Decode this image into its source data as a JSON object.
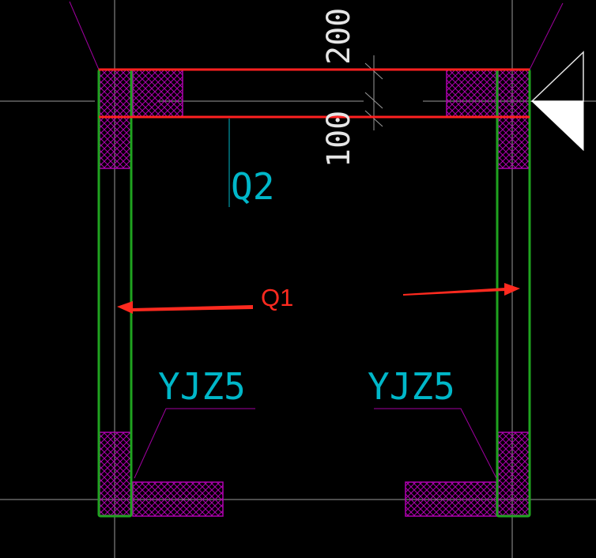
{
  "drawing": {
    "labels": {
      "q1": "Q1",
      "q2": "Q2",
      "yjz5_left": "YJZ5",
      "yjz5_right": "YJZ5",
      "dim_top": "200",
      "dim_bottom": "100"
    },
    "colors": {
      "background": "#000000",
      "wall_outline": "#1fa31f",
      "beam_line": "#ff2020",
      "hatch": "#b000b0",
      "callout": "#ff2a1f",
      "cyan_text": "#00b7c9",
      "axis_line": "#9a9a9a"
    },
    "icons": {
      "elevation_marker": "triangle-elevation-icon"
    }
  }
}
